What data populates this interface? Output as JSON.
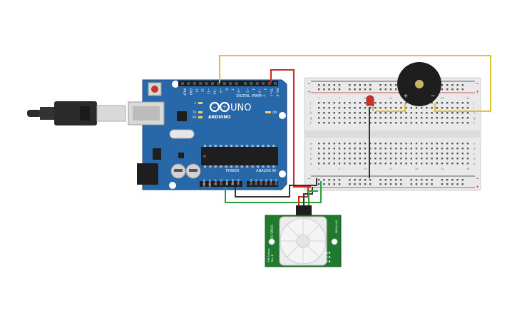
{
  "arduino": {
    "brand": "ARDUINO",
    "model": "UNO",
    "digital_header_label": "DIGITAL (PWM~)",
    "power_label": "POWER",
    "analog_label": "ANALOG IN",
    "led_l": "L",
    "led_tx": "TX",
    "led_rx": "RX",
    "on_label": "ON",
    "digital_pins": [
      "AREF",
      "GND",
      "13",
      "12",
      "~11",
      "~10",
      "~9",
      "8",
      "7",
      "~6",
      "~5",
      "4",
      "~3",
      "2",
      "TX→1",
      "RX←0"
    ],
    "power_pins": [
      "IOREF",
      "RESET",
      "3.3V",
      "5V",
      "GND",
      "GND",
      "VIN"
    ],
    "analog_pins": [
      "A0",
      "A1",
      "A2",
      "A3",
      "A4",
      "A5"
    ]
  },
  "breadboard": {
    "row_letters_top": [
      "j",
      "i",
      "h",
      "g",
      "f"
    ],
    "row_letters_bottom": [
      "e",
      "d",
      "c",
      "b",
      "a"
    ],
    "rail_plus": "+",
    "rail_minus": "−",
    "column_numbers": [
      "1",
      "5",
      "10",
      "15",
      "20",
      "25",
      "30"
    ]
  },
  "buzzer": {
    "plus": "+",
    "minus": "−"
  },
  "pir": {
    "model_label": "HC-SR501",
    "side_label_left": "PIR Sensor",
    "side_label_left2": "Rev B",
    "side_label_right": "PARALLAX",
    "pins": [
      "GND",
      "VCC",
      "OUT"
    ]
  },
  "colors": {
    "board": "#2867a8",
    "board_dark": "#1d4f86",
    "breadboard": "#e9e9e9",
    "wire_red": "#cc2a1e",
    "wire_black": "#333333",
    "wire_green": "#2e9d3a",
    "wire_yellow": "#e3c12a",
    "pir_green": "#1f7a2e"
  }
}
